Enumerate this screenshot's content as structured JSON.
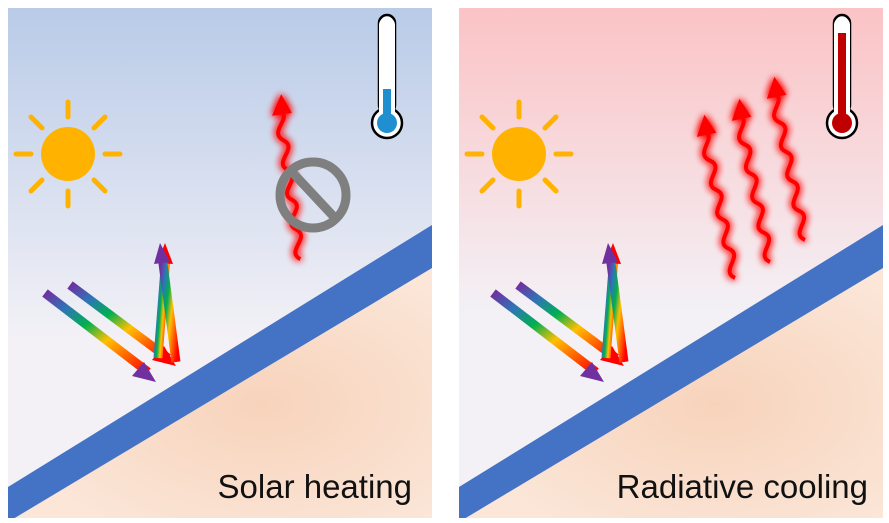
{
  "panels": [
    {
      "id": "solar-heating",
      "label": "Solar heating",
      "sky_top": "#b9cbe8",
      "sky_bottom": "#f3f1f6",
      "thermometer_fill": "#1f8fcf",
      "thermometer_level": 0.25,
      "emission_blocked": true,
      "emission_waves": 1
    },
    {
      "id": "radiative-cooling",
      "label": "Radiative cooling",
      "sky_top": "#fbc3c5",
      "sky_bottom": "#f3f1f6",
      "thermometer_fill": "#c00000",
      "thermometer_level": 0.9,
      "emission_blocked": false,
      "emission_waves": 3
    }
  ],
  "colors": {
    "sun": "#ffb300",
    "surface": "#4472c4",
    "ground": "#f8dcc8",
    "thermal_emission": "#ff0000",
    "block_symbol": "#7f7f7f"
  },
  "icons": [
    "sun-icon",
    "thermometer-icon",
    "rainbow-arrow",
    "thermal-wave-arrow",
    "prohibition-icon"
  ]
}
